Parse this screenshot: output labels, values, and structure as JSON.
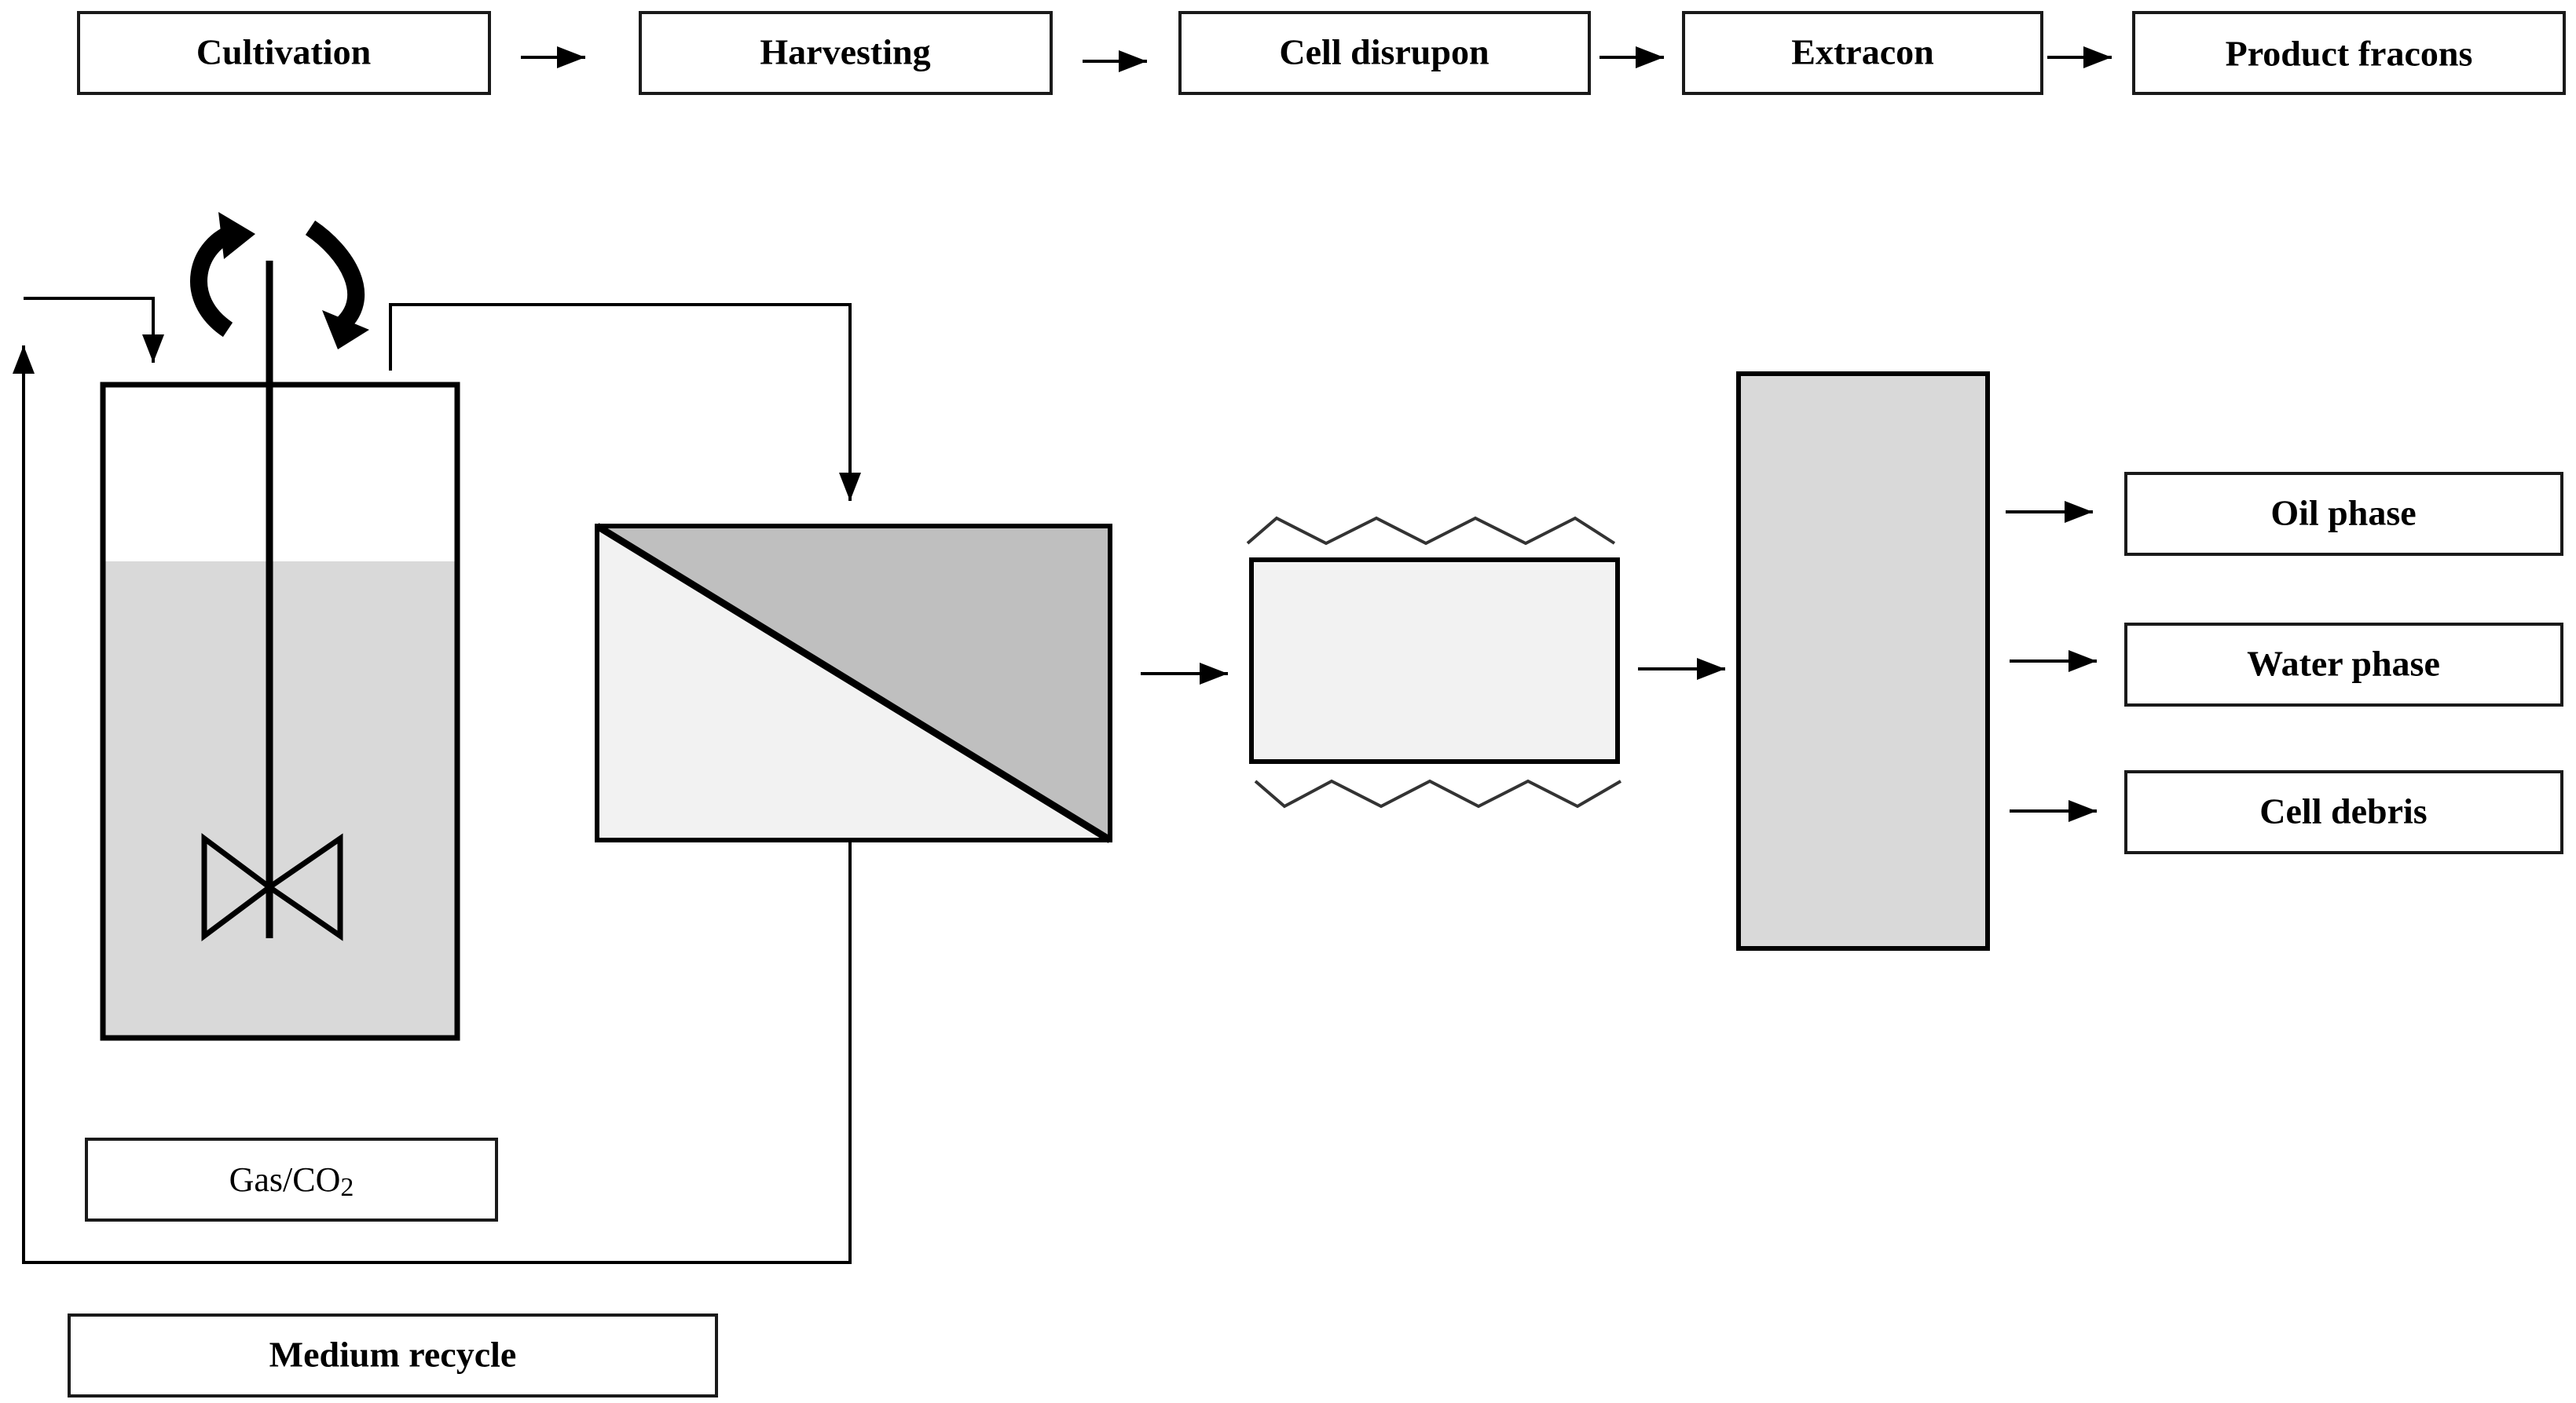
{
  "process_steps": [
    {
      "label": "Cultivation"
    },
    {
      "label": "Harvesting"
    },
    {
      "label": "Cell disrupon"
    },
    {
      "label": "Extracon"
    },
    {
      "label": "Product fracons"
    }
  ],
  "outputs": [
    {
      "label": "Oil phase"
    },
    {
      "label": "Water phase"
    },
    {
      "label": "Cell debris"
    }
  ],
  "gas_label": "Gas/CO",
  "gas_subscript": "2",
  "medium_recycle_label": "Medium recycle",
  "colors": {
    "broth": "#d9d9d9",
    "filter_dark": "#bfbfbf",
    "filter_light": "#f2f2f2",
    "disruptor": "#f2f2f2",
    "extractor": "#d9d9d9",
    "stroke": "#000000"
  }
}
